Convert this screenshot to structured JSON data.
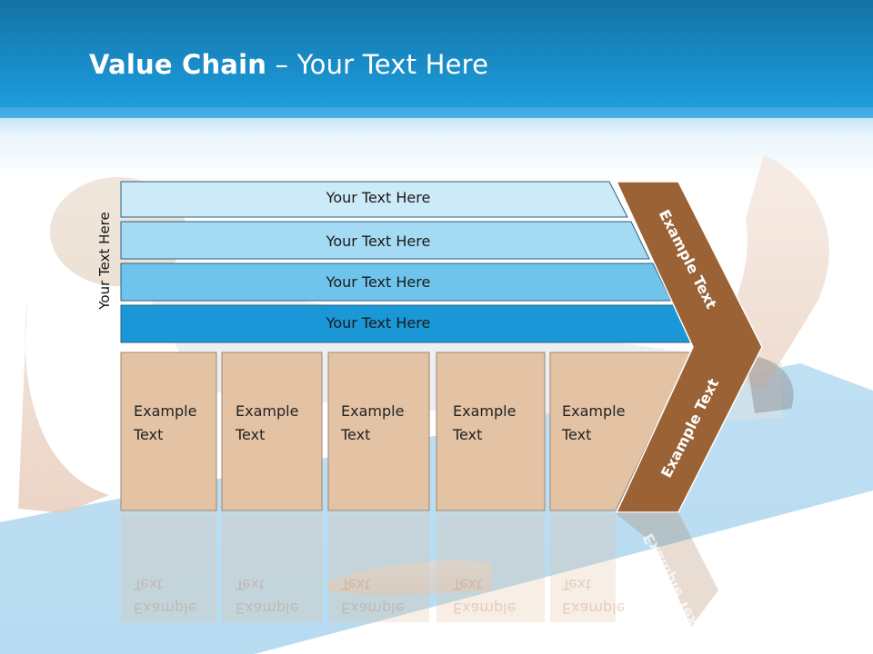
{
  "slide": {
    "title_bold": "Value Chain",
    "title_rest": " – Your Text Here"
  },
  "diagram": {
    "side_label": "Your Text Here",
    "bars": [
      {
        "label": "Your Text Here",
        "color": "#cdeaf8"
      },
      {
        "label": "Your Text Here",
        "color": "#a4daf4"
      },
      {
        "label": "Your Text Here",
        "color": "#6fc4ec"
      },
      {
        "label": "Your Text Here",
        "color": "#1a97d6"
      }
    ],
    "cells": [
      {
        "line1": "Example",
        "line2": "Text"
      },
      {
        "line1": "Example",
        "line2": "Text"
      },
      {
        "line1": "Example",
        "line2": "Text"
      },
      {
        "line1": "Example",
        "line2": "Text"
      },
      {
        "line1": "Example",
        "line2": "Text"
      }
    ],
    "arrow_upper_label": "Example Text",
    "arrow_lower_label": "Example Text",
    "colors": {
      "cell": "#e3c3a4",
      "arrow": "#9a6235",
      "bar_border": "#2d5f7e"
    }
  }
}
